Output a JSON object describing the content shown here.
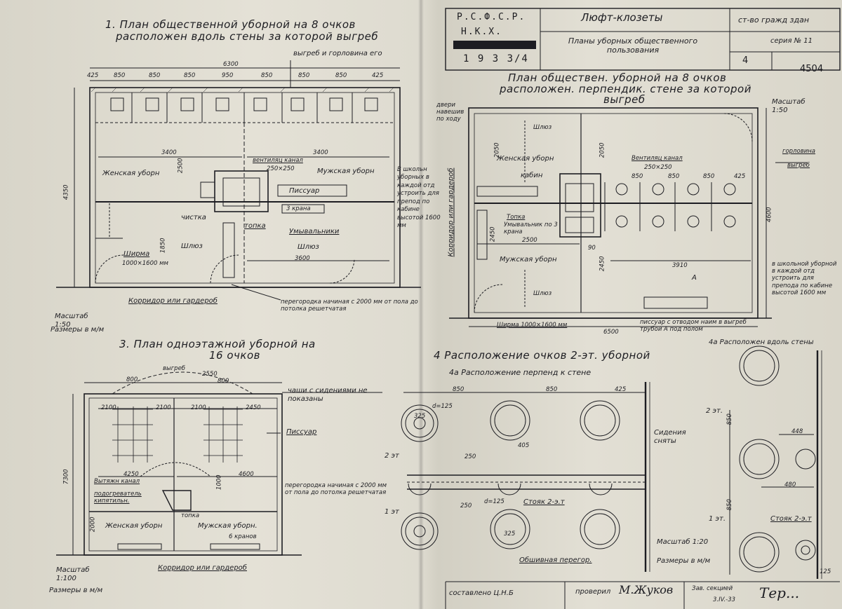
{
  "title_block": {
    "org1": "Р.С.Ф.С.Р.",
    "org2": "Н.К.Х.",
    "year": "1 9 3 3/4",
    "title": "Люфт-клозеты",
    "subtitle": "Планы уборных общественного пользования",
    "category": "ст-во гражд здан",
    "series": "серия № 11",
    "sheet_no": "4",
    "drawing_no": "4504"
  },
  "plan1": {
    "title_line1": "1. План общественной уборной на 8 очков",
    "title_line2": "расположен вдоль стены за которой выгреб",
    "note_top": "выгреб и горловина его",
    "total_dim": "6300",
    "dims_top": [
      "425",
      "850",
      "850",
      "850",
      "950",
      "850",
      "850",
      "850",
      "425"
    ],
    "dim_left": "4350",
    "dim_3400a": "3400",
    "dim_3400b": "3400",
    "dim_3600": "3600",
    "dim_2500": "2500",
    "dim_1850": "1850",
    "vent": "вентиляц канал",
    "vent_size": "250×250",
    "women": "Женская уборн",
    "men": "Мужская уборн",
    "urinal": "Писсуар",
    "taps": "3 крана",
    "cleaning": "чистка",
    "stove": "топка",
    "sinks": "Умывальники",
    "airlock1": "Шлюз",
    "airlock2": "Шлюз",
    "screen": "Ширма",
    "screen_size": "1000×1600 мм",
    "corridor": "Корридор или гардероб",
    "partition": "перегородка начиная с 2000 мм от пола до потолка решетчатая",
    "side_note": "В школьн уборных в каждой отд устроить для препод по кабине высотой 1600 мм",
    "scale": "Масштаб 1:50",
    "units": "Размеры в м/м"
  },
  "plan2": {
    "title_line1": "План обществен. уборной на 8 очков",
    "title_line2": "расположен. перпендик. стене за которой",
    "title_line3": "выгреб",
    "scale": "Масштаб 1:50",
    "door": "двери навешив по ходу",
    "corridor": "Корридор или гардероб",
    "airlock1": "Шлюз",
    "airlock2": "Шлюз",
    "women": "Женская уборн",
    "cabin": "кабин",
    "vent": "Вентиляц канал",
    "vent_size": "250×250",
    "stove": "Топка",
    "sinks": "Умывальник по 3 крана",
    "men": "Мужская уборн",
    "dims": [
      "850",
      "850",
      "850",
      "425"
    ],
    "dim_2050a": "2050",
    "dim_2050b": "2050",
    "dim_2450a": "2450",
    "dim_2450b": "2450",
    "dim_2500": "2500",
    "dim_3910": "3910",
    "dim_4600": "4600",
    "dim_6500": "6500",
    "dim_90": "90",
    "mark_a": "А",
    "screen": "Ширма 1000×1600 мм",
    "urinal_note": "писсуар с отводом наим в выгреб трубой А под полом",
    "gorlovina": "горловина",
    "vygreb": "выгреб",
    "school_note": "в школьной уборной в каждой отд устроить для препода по кабине высотой 1600 мм"
  },
  "plan3": {
    "title_line1": "3. План одноэтажной уборной на",
    "title_line2": "16 очков",
    "vygreb": "выгреб",
    "dims": [
      "800",
      "2550",
      "800"
    ],
    "dims_mid": [
      "2100",
      "2100",
      "2100",
      "2450"
    ],
    "dim_7300": "7300",
    "dim_4250": "4250",
    "dim_4600": "4600",
    "dim_1000": "1000",
    "dim_2000": "2000",
    "bowls_note": "чаши с сидениями не показаны",
    "urinal": "Писсуар",
    "vent": "Вытяжн канал",
    "heater": "подогреватель кипятильн.",
    "stove": "топка",
    "women": "Женская уборн",
    "men": "Мужская уборн.",
    "taps": "6 кранов",
    "partition": "перегородка начиная с 2000 мм от пола до потолка решетчатая",
    "corridor": "Корридор или гардероб",
    "scale": "Масштаб 1:100",
    "units": "Размеры в м/м"
  },
  "plan4": {
    "title": "4 Расположение очков 2-эт. уборной",
    "sub4a": "4а Расположение перпенд к стене",
    "sub4a_right": "4а Расположен вдоль стены",
    "dims": [
      "850",
      "850",
      "425"
    ],
    "d125a": "d=125",
    "d125b": "d=125",
    "dim_325a": "325",
    "dim_325b": "325",
    "dim_405": "405",
    "dim_250a": "250",
    "dim_250b": "250",
    "dim_850a": "850",
    "dim_850b": "850",
    "dim_448": "448",
    "dim_480": "480",
    "dim_125": "125",
    "floor2": "2 эт",
    "floor1": "1 эт",
    "floor2r": "2 эт.",
    "floor1r": "1 эт.",
    "riser": "Стояк 2-э.т",
    "riser_r": "Стояк 2-э.т",
    "seats": "Сидения сняты",
    "lined": "Обшивная перегор.",
    "scale": "Масштаб 1:20",
    "units": "Размеры в м/м"
  },
  "signatures": {
    "compiled": "составлено Ц.Н.Б",
    "checked": "проверил",
    "checked_sig": "М.Жуков",
    "head": "Зав. секцией",
    "head_date": "3.IV.-33",
    "head_sig": "Тер..."
  }
}
